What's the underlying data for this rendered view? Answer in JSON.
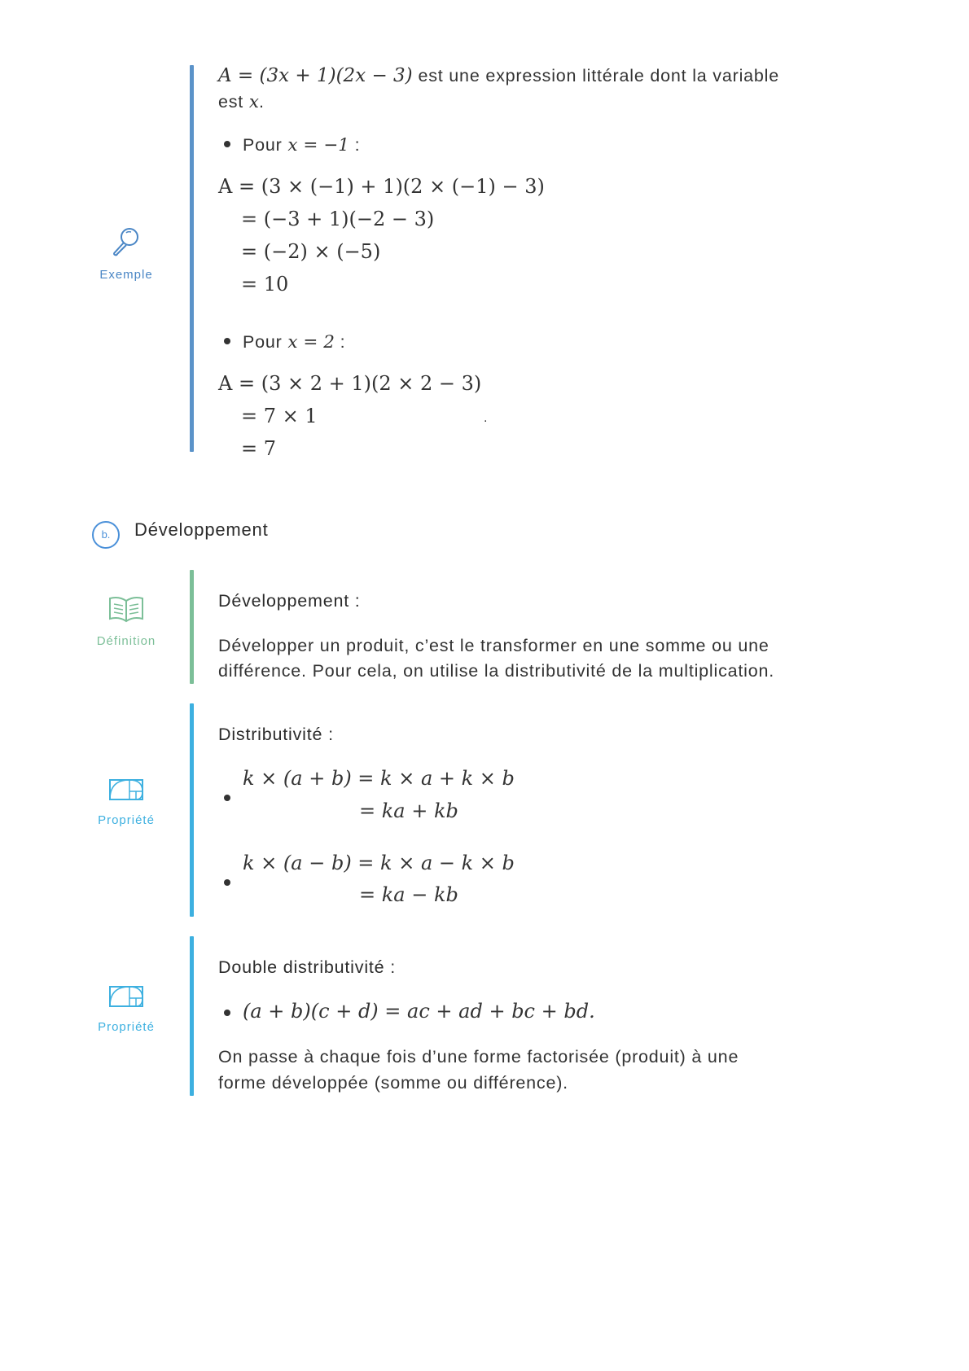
{
  "exemple": {
    "label": "Exemple",
    "intro_math": "A = (3x + 1)(2x − 3)",
    "intro_text": " est une expression littérale dont la variable",
    "intro_text2": "est ",
    "intro_var": "x",
    "intro_end": ".",
    "case1_label": "Pour ",
    "case1_math": "x = −1",
    "case1_colon": " :",
    "case1_lines": [
      "A = (3 × (−1) + 1)(2 × (−1) − 3)",
      "= (−3 + 1)(−2 − 3)",
      "= (−2) × (−5)",
      "= 10"
    ],
    "case2_label": "Pour ",
    "case2_math": "x = 2",
    "case2_colon": " :",
    "case2_lines": [
      "A = (3 × 2 + 1)(2 × 2 − 3)",
      "= 7 × 1",
      "= 7"
    ],
    "stray_dot": "."
  },
  "section_b": {
    "marker": "b.",
    "title": "Développement"
  },
  "definition": {
    "label": "Définition",
    "title": "Développement :",
    "text1": "Développer un produit, c’est le transformer en une somme ou une",
    "text2": "différence. Pour cela, on utilise la distributivité de la multiplication."
  },
  "propriete1": {
    "label": "Propriété",
    "title": "Distributivité",
    "colon": " :",
    "line1a": "k × (a + b) = k × a + k × b",
    "line1b": "= ka + kb",
    "line2a": "k × (a − b) = k × a − k × b",
    "line2b": "= ka − kb"
  },
  "propriete2": {
    "label": "Propriété",
    "title": "Double distributivité",
    "colon": " :",
    "formula": "(a + b)(c + d) = ac + ad + bc + bd.",
    "text1": "On passe à chaque fois d’une forme factorisée (produit) à une",
    "text2": "forme développée (somme ou différence)."
  },
  "colors": {
    "exemple": "#4a86c5",
    "exemple_bar": "#5b93c9",
    "definition": "#7cbf98",
    "propriete": "#3db0e0"
  }
}
